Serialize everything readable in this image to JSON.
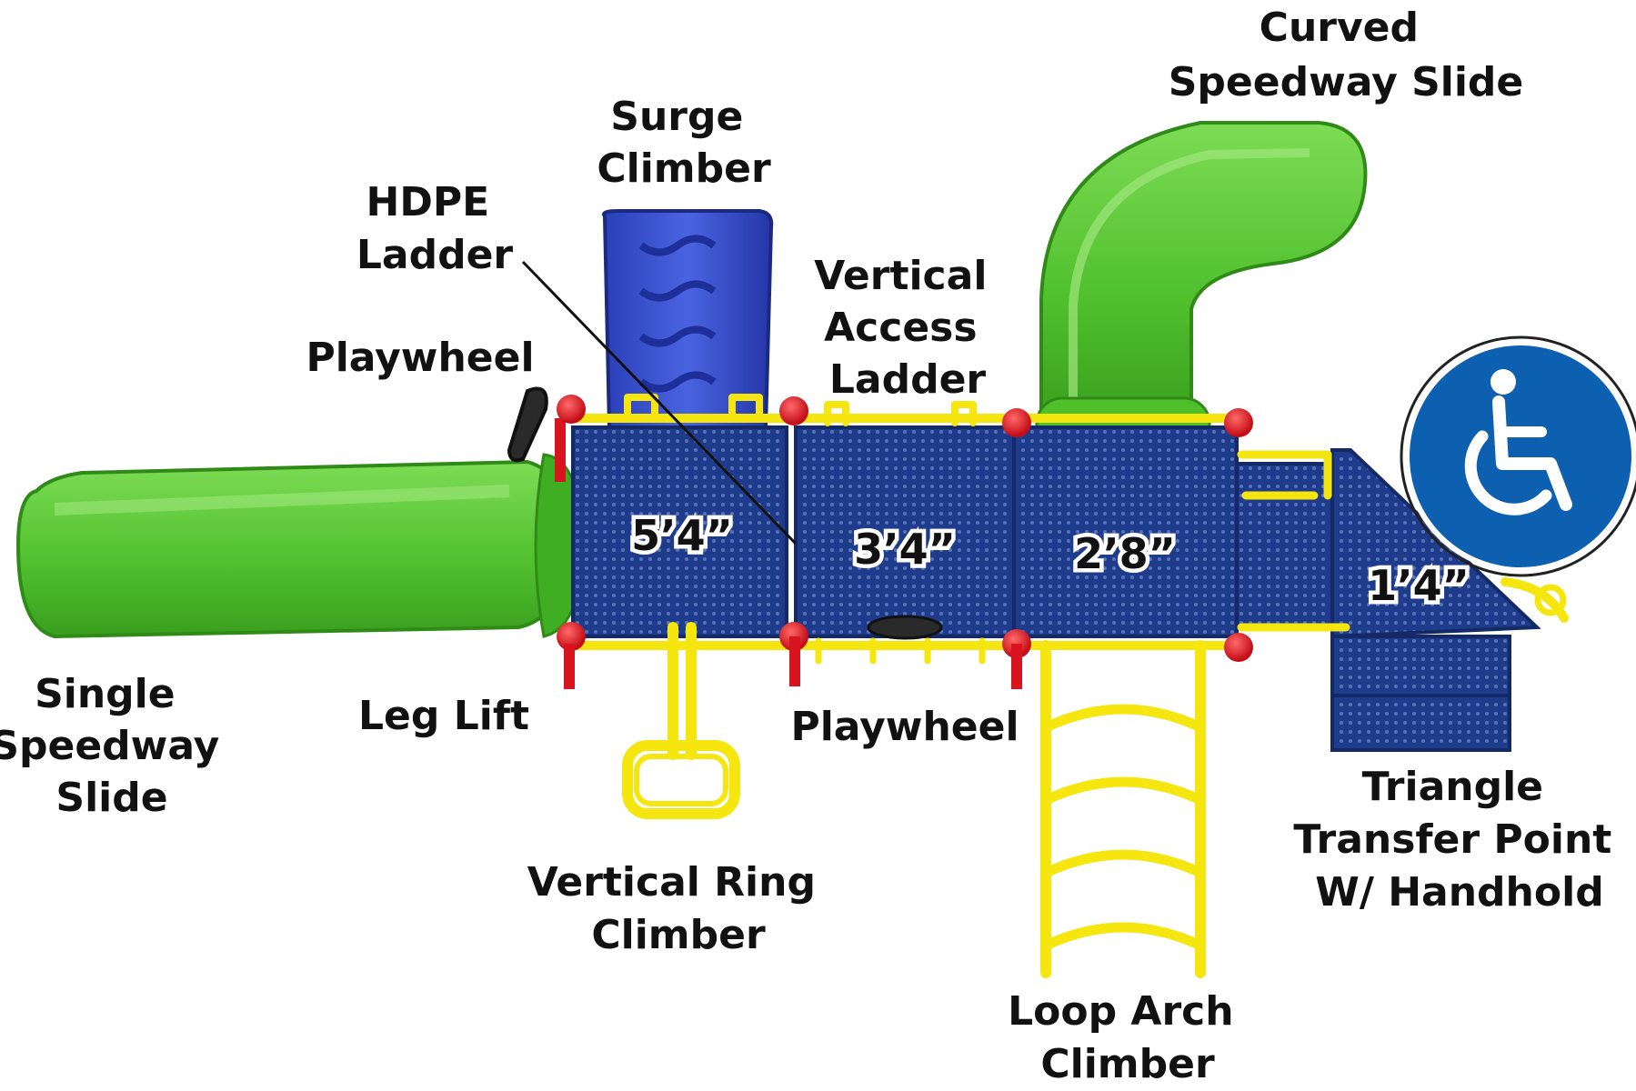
{
  "labels": {
    "curved_slide": [
      "Curved",
      "Speedway Slide"
    ],
    "surge_climber": [
      "Surge",
      "Climber"
    ],
    "hdpe_ladder": [
      "HDPE",
      "Ladder"
    ],
    "vertical_access_ladder": [
      "Vertical",
      "Access",
      "Ladder"
    ],
    "playwheel_top": "Playwheel",
    "single_slide": [
      "Single",
      "Speedway",
      "Slide"
    ],
    "leg_lift": "Leg Lift",
    "playwheel_bottom": "Playwheel",
    "vertical_ring_climber": [
      "Vertical Ring",
      "Climber"
    ],
    "loop_arch_climber": [
      "Loop Arch",
      "Climber"
    ],
    "triangle_transfer": [
      "Triangle",
      "Transfer Point",
      "W/ Handhold"
    ]
  },
  "deck_heights": [
    "5’4”",
    "3’4”",
    "2’8”",
    "1’4”"
  ],
  "icons": {
    "accessibility": "wheelchair-accessibility-icon"
  },
  "colors": {
    "green": "#5fc93a",
    "blue": "#1f3c8c",
    "yellow": "#f5e60f",
    "red": "#d8141e",
    "sign_blue": "#0d5fb0"
  }
}
